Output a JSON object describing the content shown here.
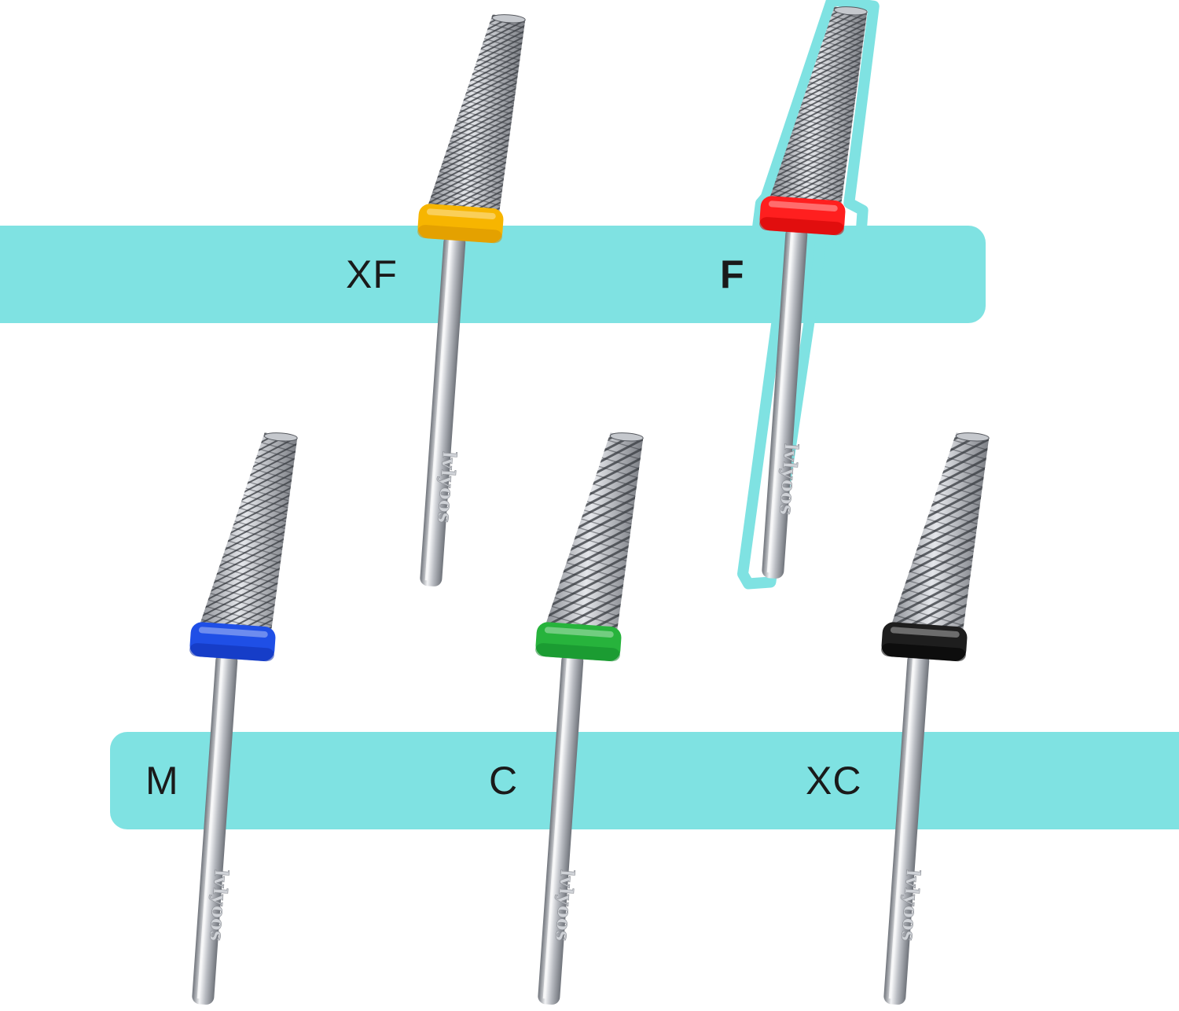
{
  "colors": {
    "band": "#7fe2e2",
    "highlight": "#7fe2e2",
    "metal_light": "#f2f3f5",
    "metal_mid": "#b9bcc2",
    "metal_dark": "#6f737a"
  },
  "bits": [
    {
      "id": "xf",
      "grade": "XF",
      "ring_color": "#f7b500",
      "ring_shadow": "#d68f00",
      "shank_text": "lvlyoos",
      "selected": false
    },
    {
      "id": "f",
      "grade": "F",
      "ring_color": "#ff1f1f",
      "ring_shadow": "#c80000",
      "shank_text": "lvlyoos",
      "selected": true
    },
    {
      "id": "m",
      "grade": "M",
      "ring_color": "#1f4fe6",
      "ring_shadow": "#0e2fae",
      "shank_text": "lvlyoos",
      "selected": false
    },
    {
      "id": "c",
      "grade": "C",
      "ring_color": "#27b33c",
      "ring_shadow": "#13892a",
      "shank_text": "lvlyoos",
      "selected": false
    },
    {
      "id": "xc",
      "grade": "XC",
      "ring_color": "#1e1e1e",
      "ring_shadow": "#000000",
      "shank_text": "lvlyoos",
      "selected": false
    }
  ]
}
